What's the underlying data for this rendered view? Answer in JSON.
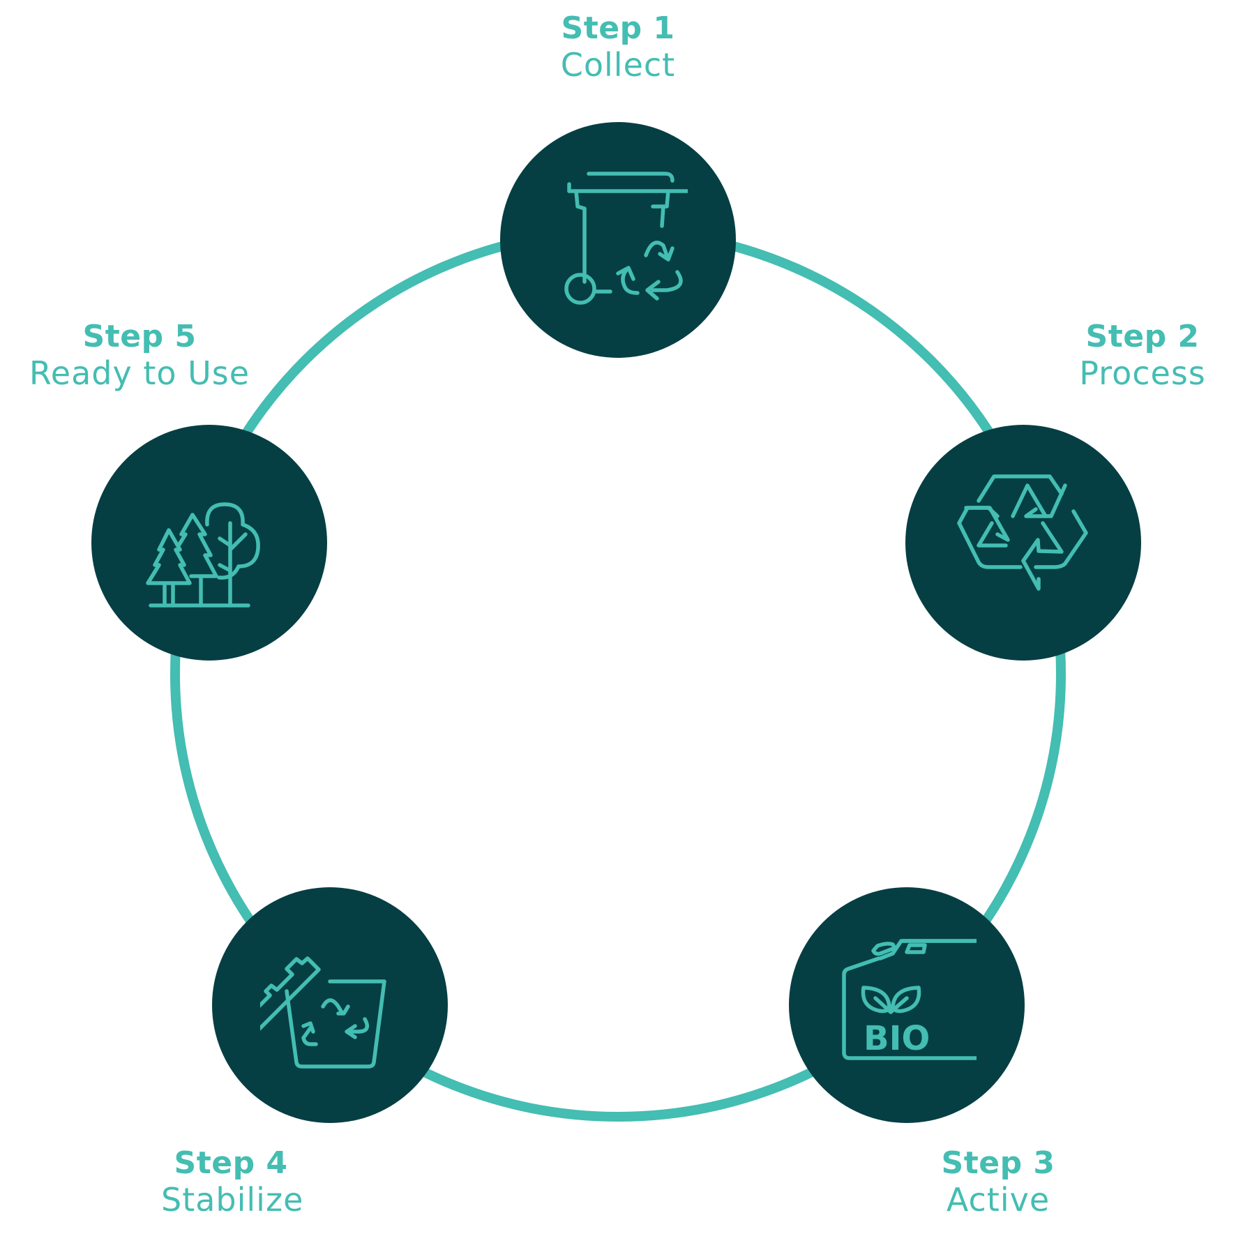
{
  "colors": {
    "ring": "#44bdb2",
    "node": "#053f43",
    "accent": "#44bdb2",
    "background": "#ffffff"
  },
  "steps": [
    {
      "step": "Step 1",
      "name": "Collect",
      "icon": "wheelie-bin-recycle-icon"
    },
    {
      "step": "Step 2",
      "name": "Process",
      "icon": "recycle-icon"
    },
    {
      "step": "Step 3",
      "name": "Active",
      "icon": "bio-canister-icon",
      "icon_text": "BIO"
    },
    {
      "step": "Step 4",
      "name": "Stabilize",
      "icon": "bin-lid-recycle-icon"
    },
    {
      "step": "Step 5",
      "name": "Ready to Use",
      "icon": "trees-icon"
    }
  ]
}
